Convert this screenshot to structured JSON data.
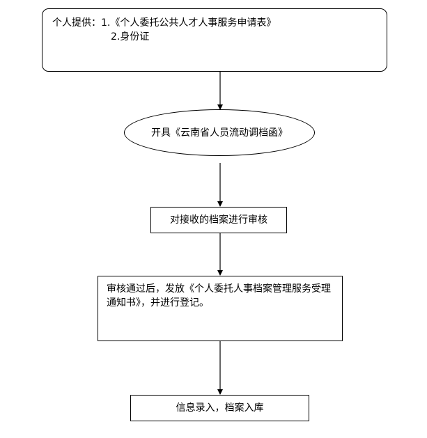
{
  "nodes": {
    "provide": {
      "line1": "个人提供：1.《个人委托公共人才人事服务申请表》",
      "line2": "2.身份证"
    },
    "issue": "开具《云南省人员流动调档函》",
    "review": "对接收的档案进行审核",
    "approve": "审核通过后，发放《个人委托人事档案管理服务受理通知书》，并进行登记。",
    "entry": "信息录入，档案入库"
  }
}
